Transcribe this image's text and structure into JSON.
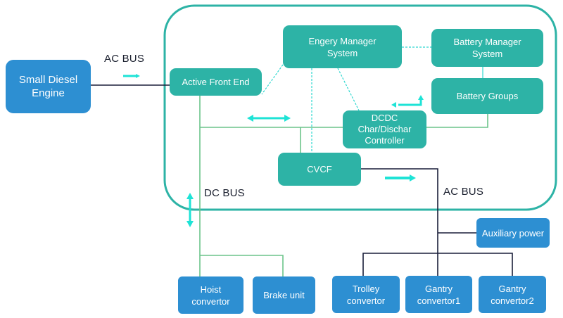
{
  "diagram": {
    "colors": {
      "container_border": "#2db3a6",
      "teal_box": "#2db3a6",
      "blue_box": "#2d8fd2",
      "dc_bus_line": "#6cc48a",
      "ac_bus_line": "#1a1f3a",
      "control_dashed": "#2fd8d0",
      "flow_arrow": "#1ee3d6"
    },
    "bus_labels": {
      "ac_bus_top": "AC BUS",
      "dc_bus": "DC BUS",
      "ac_bus_bottom": "AC BUS"
    },
    "nodes": {
      "diesel_engine": "Small Diesel\nEngine",
      "active_front_end": "Active Front End",
      "energy_manager": "Engery Manager\nSystem",
      "battery_manager": "Battery Manager\nSystem",
      "battery_groups": "Battery Groups",
      "dcdc_controller": "DCDC\nChar/Dischar\nController",
      "cvcf": "CVCF",
      "auxiliary_power": "Auxiliary power",
      "hoist_convertor": "Hoist\nconvertor",
      "brake_unit": "Brake unit",
      "trolley_convertor": "Trolley\nconvertor",
      "gantry_convertor1": "Gantry\nconvertor1",
      "gantry_convertor2": "Gantry\nconvertor2"
    },
    "connections": [
      {
        "from": "diesel_engine",
        "to": "active_front_end",
        "type": "ac_bus"
      },
      {
        "from": "active_front_end",
        "to": "dc_bus",
        "type": "dc_bus"
      },
      {
        "from": "dc_bus",
        "to": "dcdc_controller",
        "type": "dc_bus"
      },
      {
        "from": "dcdc_controller",
        "to": "battery_groups",
        "type": "dc_bus"
      },
      {
        "from": "dc_bus",
        "to": "cvcf",
        "type": "dc_bus"
      },
      {
        "from": "dc_bus",
        "to": "hoist_convertor",
        "type": "dc_bus"
      },
      {
        "from": "dc_bus",
        "to": "brake_unit",
        "type": "dc_bus"
      },
      {
        "from": "cvcf",
        "to": "ac_bus",
        "type": "ac_bus"
      },
      {
        "from": "ac_bus",
        "to": "auxiliary_power",
        "type": "ac_bus"
      },
      {
        "from": "ac_bus",
        "to": "trolley_convertor",
        "type": "ac_bus"
      },
      {
        "from": "ac_bus",
        "to": "gantry_convertor1",
        "type": "ac_bus"
      },
      {
        "from": "ac_bus",
        "to": "gantry_convertor2",
        "type": "ac_bus"
      },
      {
        "from": "energy_manager",
        "to": "active_front_end",
        "type": "control"
      },
      {
        "from": "energy_manager",
        "to": "battery_manager",
        "type": "control"
      },
      {
        "from": "energy_manager",
        "to": "cvcf",
        "type": "control"
      },
      {
        "from": "energy_manager",
        "to": "dcdc_controller",
        "type": "control"
      },
      {
        "from": "battery_manager",
        "to": "battery_groups",
        "type": "control"
      }
    ]
  }
}
